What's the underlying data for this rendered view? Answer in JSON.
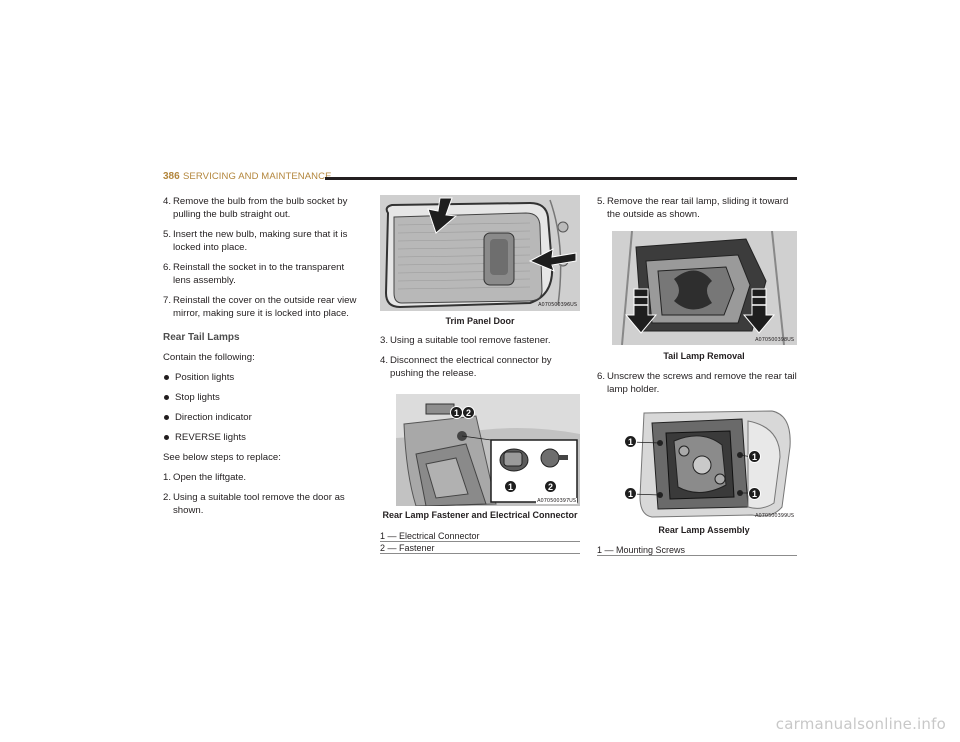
{
  "header": {
    "page_number": "386",
    "section_title": "SERVICING AND MAINTENANCE"
  },
  "col1": {
    "steps_a": [
      {
        "n": "4.",
        "text": "Remove the bulb from the bulb socket by pulling the bulb straight out."
      },
      {
        "n": "5.",
        "text": "Insert the new bulb, making sure that it is locked into place."
      },
      {
        "n": "6.",
        "text": "Reinstall the socket in to the transparent lens assembly."
      },
      {
        "n": "7.",
        "text": "Reinstall the cover on the outside rear view mirror, making sure it is locked into place."
      }
    ],
    "heading": "Rear Tail Lamps",
    "intro": "Contain the following:",
    "bullets": [
      "Position lights",
      "Stop lights",
      "Direction indicator",
      "REVERSE lights"
    ],
    "see_below": "See below steps to replace:",
    "steps_b": [
      {
        "n": "1.",
        "text": "Open the liftgate."
      },
      {
        "n": "2.",
        "text": "Using a suitable tool remove the door as shown."
      }
    ]
  },
  "col2": {
    "fig1": {
      "caption": "Trim Panel Door",
      "code": "A070500396US"
    },
    "steps": [
      {
        "n": "3.",
        "text": "Using a suitable tool remove fastener."
      },
      {
        "n": "4.",
        "text": "Disconnect the electrical connector by pushing the release."
      }
    ],
    "fig2": {
      "caption": "Rear Lamp Fastener and Electrical Connector",
      "code": "A070500397US",
      "callouts": [
        "1",
        "2"
      ]
    },
    "legend": [
      "1 — Electrical Connector",
      "2 — Fastener"
    ]
  },
  "col3": {
    "steps_a": [
      {
        "n": "5.",
        "text": "Remove the rear tail lamp, sliding it toward the outside as shown."
      }
    ],
    "fig3": {
      "caption": "Tail Lamp Removal",
      "code": "A070500398US"
    },
    "steps_b": [
      {
        "n": "6.",
        "text": "Unscrew the screws and remove the rear tail lamp holder."
      }
    ],
    "fig4": {
      "caption": "Rear Lamp Assembly",
      "code": "A070500399US",
      "callout": "1"
    },
    "legend": [
      "1 — Mounting Screws"
    ]
  },
  "watermark": "carmanualsonline.info"
}
